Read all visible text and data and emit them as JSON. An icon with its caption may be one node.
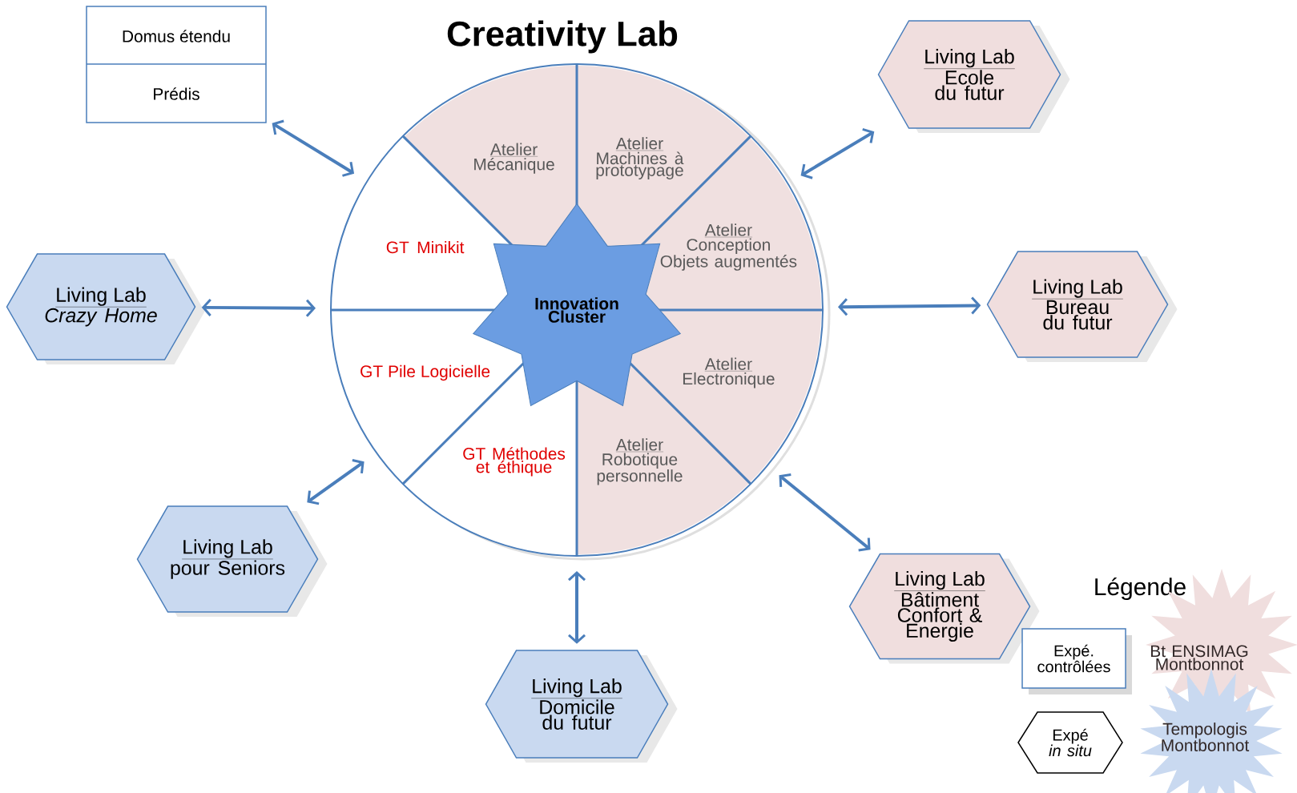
{
  "diagram": {
    "title": "Creativity Lab",
    "nodes": [
      {
        "text": [
          "Domus étendu",
          "Prédis"
        ]
      },
      {
        "text": [
          "Living Lab",
          "Ecole du futur"
        ]
      },
      {
        "text": [],
        "shape": "circle"
      },
      {
        "text": [
          "Atelier",
          "Mécanique"
        ],
        "in": 2
      },
      {
        "text": [
          "Atelier",
          "Machines à prototypage"
        ],
        "in": 2
      },
      {
        "text": [
          "Atelier",
          "Conception Objets augmentés"
        ],
        "in": 2
      },
      {
        "text": [
          "Atelier",
          "Electronique"
        ],
        "in": 2
      },
      {
        "text": [
          "Atelier",
          "Robotique personnelle"
        ],
        "in": 2
      },
      {
        "text": [
          "GT Méthodes et éthique"
        ],
        "in": 2
      },
      {
        "text": [
          "GT Pile Logicielle"
        ],
        "in": 2
      },
      {
        "text": [
          "GT Minikit"
        ],
        "in": 2
      },
      {
        "text": [
          "Innovation Cluster"
        ],
        "in": 2
      },
      {
        "text": [
          "Living Lab",
          "*Crazy Home*"
        ]
      },
      {
        "text": [
          "Living Lab",
          "Bureau du futur"
        ]
      },
      {
        "text": [
          "Living Lab",
          "pour Seniors"
        ]
      },
      {
        "text": [
          "Living Lab",
          "Domicile du futur"
        ]
      },
      {
        "text": [
          "Living Lab",
          "Bâtiment Confort & Energie"
        ]
      }
    ],
    "edges": [
      {
        "from": 0,
        "to": 2,
        "arrow": "both"
      },
      {
        "from": 1,
        "to": 2,
        "arrow": "both"
      },
      {
        "from": 12,
        "to": 2,
        "arrow": "both"
      },
      {
        "from": 13,
        "to": 2,
        "arrow": "both"
      },
      {
        "from": 14,
        "to": 2,
        "arrow": "both"
      },
      {
        "from": 15,
        "to": 2,
        "arrow": "both"
      },
      {
        "from": 16,
        "to": 2,
        "arrow": "both"
      }
    ],
    "labels": [
      "Légende",
      "Bt ENSIMAG Montbonnot",
      "Tempologis Montbonnot"
    ],
    "legend": [
      {
        "text": "Expé. contrôlées",
        "color": "#f0dede"
      },
      {
        "text": "Expé *in situ*",
        "color": "#c9d9f0"
      }
    ]
  }
}
